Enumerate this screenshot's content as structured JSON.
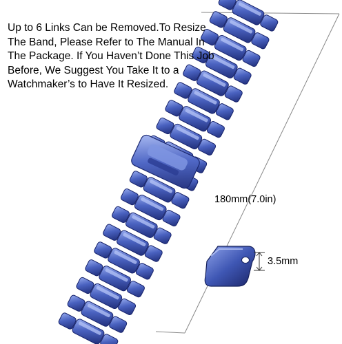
{
  "caption": {
    "lines": [
      "Up to 6 Links Can be Removed.To Resize",
      "The Band, Please Refer to The Manual In",
      "The Package. If You Haven’t Done This Job",
      "Before, We Suggest You Take It to a",
      "Watchmaker’s to Have It Resized."
    ]
  },
  "dimensions": {
    "band_length": "180mm(7.0in)",
    "link_height": "3.5mm"
  },
  "colors": {
    "band_blue": "#3f57b4",
    "band_highlight": "#8fa3ea",
    "band_shadow": "#1f2d78",
    "dimension_line": "#888888"
  }
}
